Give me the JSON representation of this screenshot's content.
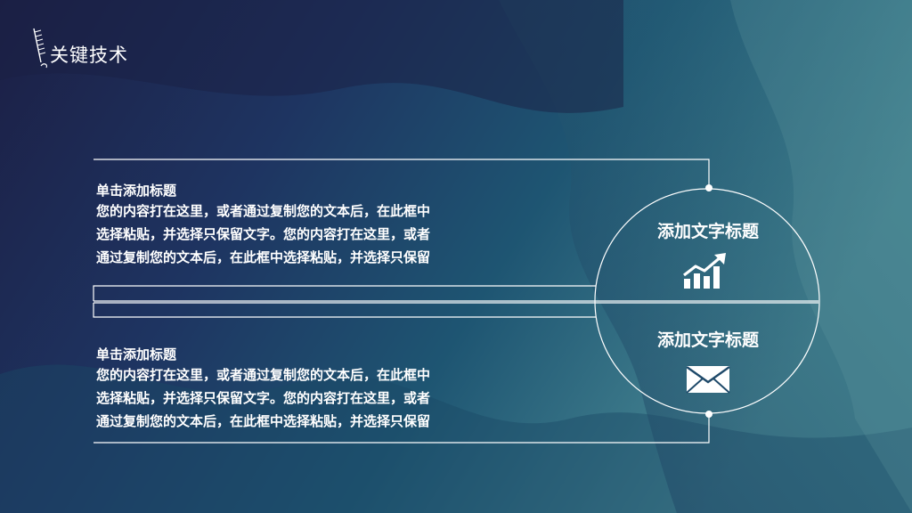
{
  "slide": {
    "title": "关键技术"
  },
  "blocks": [
    {
      "heading": "单击添加标题",
      "body": "您的内容打在这里，或者通过复制您的文本后，在此框中选择粘贴，并选择只保留文字。您的内容打在这里，或者通过复制您的文本后，在此框中选择粘贴，并选择只保留"
    },
    {
      "heading": "单击添加标题",
      "body": "您的内容打在这里，或者通过复制您的文本后，在此框中选择粘贴，并选择只保留文字。您的内容打在这里，或者通过复制您的文本后，在此框中选择粘贴，并选择只保留"
    }
  ],
  "circle": {
    "top_title": "添加文字标题",
    "top_icon": "growth-chart-icon",
    "bottom_title": "添加文字标题",
    "bottom_icon": "envelope-icon"
  },
  "colors": {
    "background_dark": "#1b2447",
    "background_mid": "#1d4f6e",
    "background_light": "#3a7f8e",
    "line": "#ffffff"
  }
}
